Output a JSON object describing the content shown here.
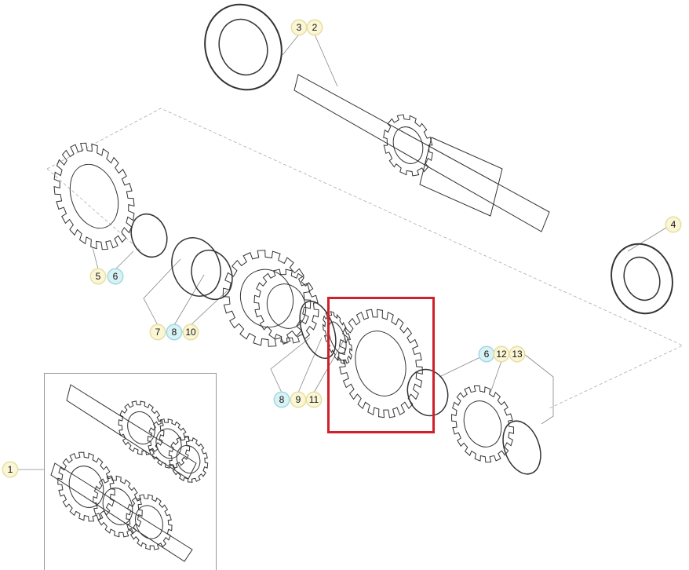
{
  "diagram": {
    "callouts": [
      {
        "label": "3",
        "style": "yellow"
      },
      {
        "label": "2",
        "style": "yellow"
      },
      {
        "label": "4",
        "style": "yellow"
      },
      {
        "label": "5",
        "style": "yellow"
      },
      {
        "label": "6",
        "style": "blue"
      },
      {
        "label": "7",
        "style": "yellow"
      },
      {
        "label": "8",
        "style": "blue"
      },
      {
        "label": "10",
        "style": "yellow"
      },
      {
        "label": "8",
        "style": "blue"
      },
      {
        "label": "9",
        "style": "yellow"
      },
      {
        "label": "11",
        "style": "yellow"
      },
      {
        "label": "6",
        "style": "blue"
      },
      {
        "label": "12",
        "style": "yellow"
      },
      {
        "label": "13",
        "style": "yellow"
      },
      {
        "label": "1",
        "style": "yellow"
      }
    ],
    "highlight_color": "#d0202a",
    "callout_colors": {
      "yellow": "#fbf6d6",
      "blue": "#d9f2f5"
    }
  }
}
